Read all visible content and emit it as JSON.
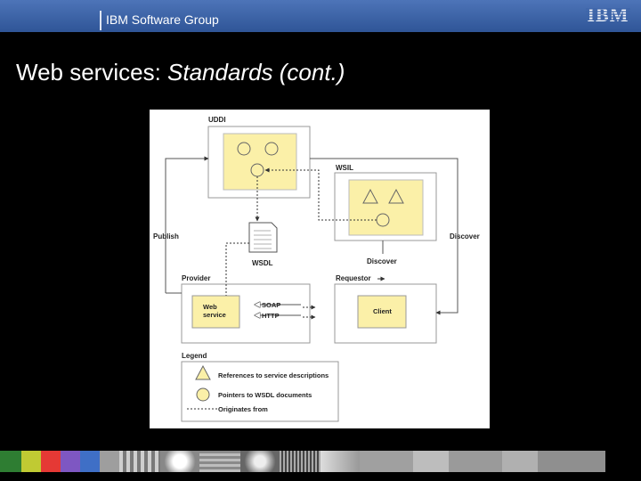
{
  "header": {
    "group_name": "IBM Software Group",
    "logo_text": "IBM"
  },
  "slide": {
    "title_main": "Web services: ",
    "title_italic": "Standards (cont.)"
  },
  "diagram": {
    "boxes": {
      "uddi": "UDDI",
      "wsil": "WSIL",
      "provider": "Provider",
      "requestor": "Requestor",
      "web_service_line1": "Web",
      "web_service_line2": "service",
      "client": "Client",
      "wsdl": "WSDL"
    },
    "arrows": {
      "publish": "Publish",
      "discover_right": "Discover",
      "discover_middle": "Discover",
      "soap": "SOAP",
      "http": "HTTP"
    },
    "legend": {
      "title": "Legend",
      "items": [
        "References to service descriptions",
        "Pointers to WSDL documents",
        "Originates from"
      ]
    }
  },
  "colors": {
    "header_blue": "#2f5597",
    "box_yellow": "#fbf0a8",
    "outline_gray": "#888888"
  }
}
